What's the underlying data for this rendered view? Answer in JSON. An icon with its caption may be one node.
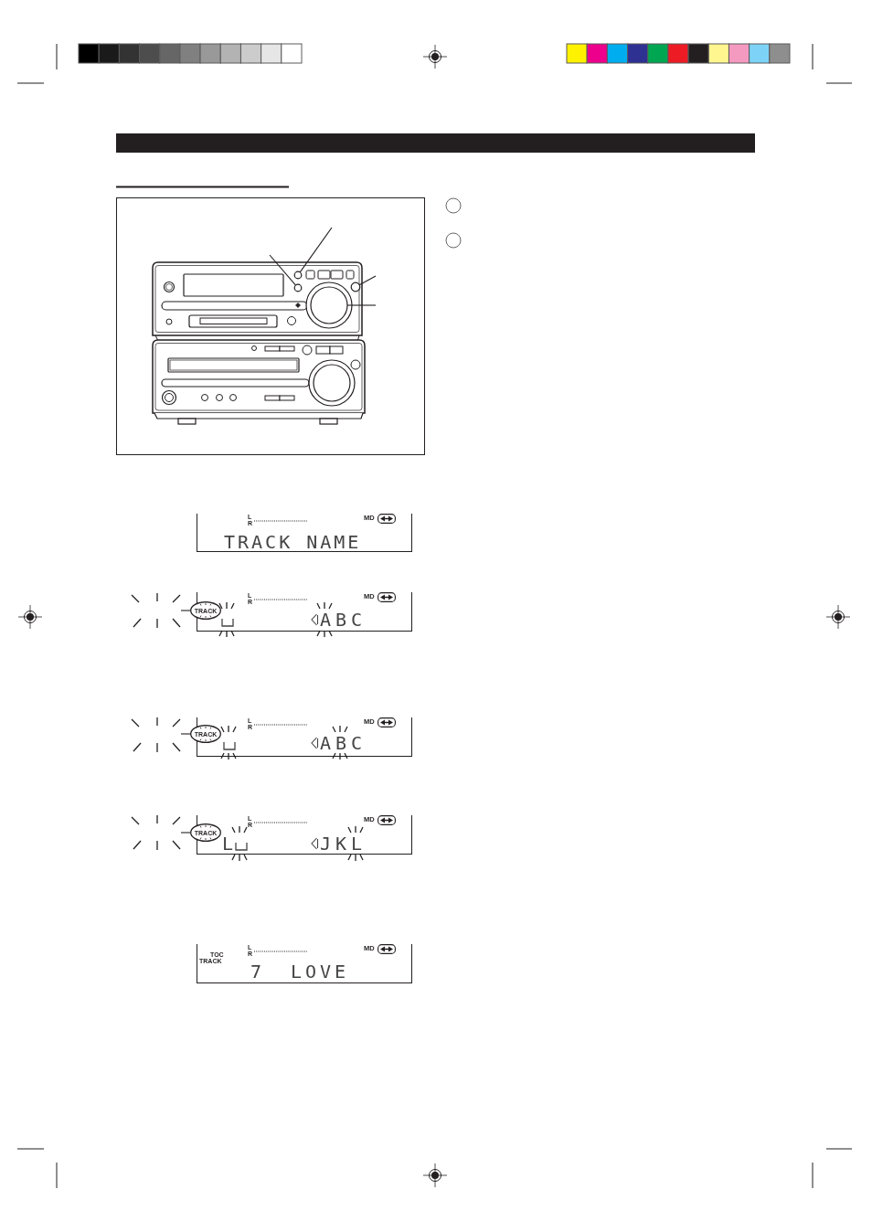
{
  "diagram": {
    "nodes": [
      {
        "text": [],
        "shape": "circle"
      },
      {
        "text": [],
        "shape": "circle"
      },
      {
        "text": [],
        "shape": "circle"
      },
      {
        "text": [],
        "shape": "circle"
      },
      {
        "text": [
          "L",
          "R",
          "MD",
          "TRACK NAME"
        ]
      },
      {
        "text": [
          "TRACK"
        ]
      },
      {
        "text": [
          "L",
          "R",
          "MD",
          "ABC"
        ]
      },
      {
        "text": [
          "TRACK"
        ]
      },
      {
        "text": [
          "L",
          "R",
          "MD",
          "ABC"
        ]
      },
      {
        "text": [
          "TRACK"
        ]
      },
      {
        "text": [
          "L",
          "R",
          "MD",
          "L",
          "JKL"
        ]
      },
      {
        "text": [
          "L",
          "R",
          "MD",
          "TOC",
          "TRACK",
          "7",
          "LOVE"
        ]
      }
    ],
    "edges": [
      {
        "from": null,
        "to": 0,
        "arrow": "none"
      },
      {
        "from": null,
        "to": 1,
        "arrow": "none"
      },
      {
        "from": null,
        "to": 2,
        "arrow": "none"
      },
      {
        "from": null,
        "to": 3,
        "arrow": "none"
      },
      {
        "from": null,
        "to": 5,
        "arrow": "none"
      },
      {
        "from": null,
        "to": 7,
        "arrow": "none"
      },
      {
        "from": null,
        "to": 9,
        "arrow": "none"
      }
    ]
  }
}
